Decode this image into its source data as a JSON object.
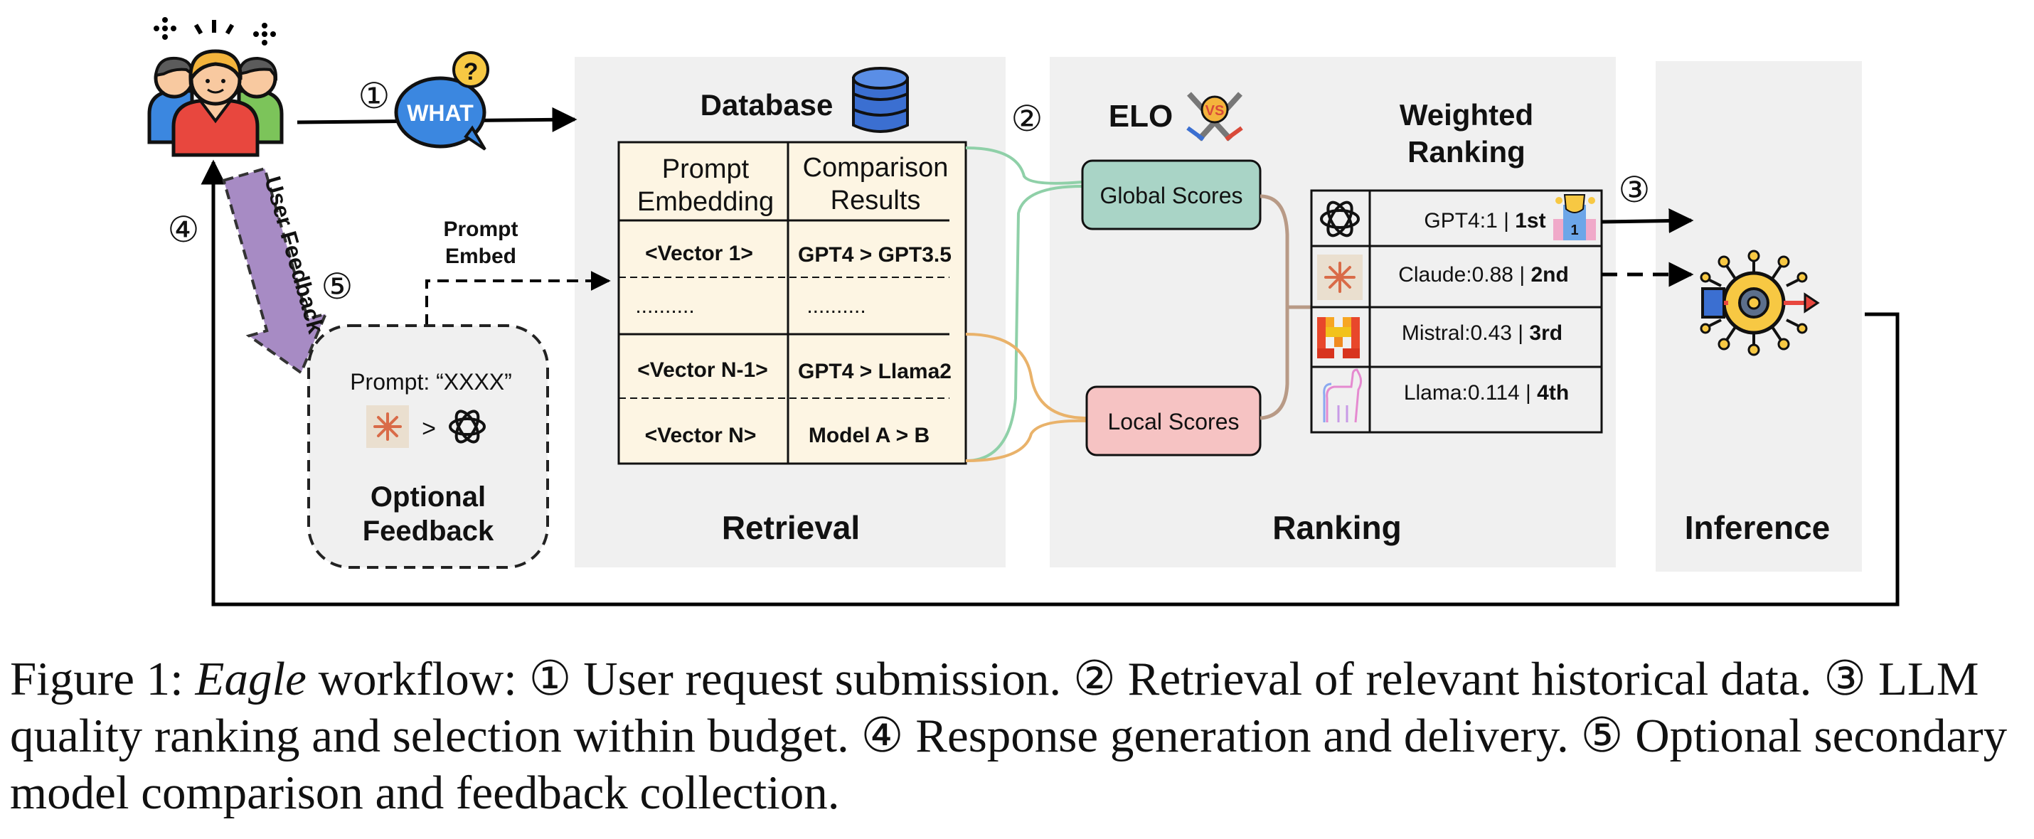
{
  "steps": {
    "s1": "①",
    "s2": "②",
    "s3": "③",
    "s4": "④",
    "s5": "⑤"
  },
  "what_bubble": {
    "text": "WHAT",
    "mark": "?"
  },
  "user_feedback_label": "User Feedback",
  "prompt_embed": {
    "line1": "Prompt",
    "line2": "Embed"
  },
  "optional_feedback": {
    "prompt_text": "Prompt: “XXXX”",
    "comparator": ">",
    "title_line1": "Optional",
    "title_line2": "Feedback"
  },
  "retrieval": {
    "database_label": "Database",
    "table": {
      "headers": [
        {
          "line1": "Prompt",
          "line2": "Embedding"
        },
        {
          "line1": "Comparison",
          "line2": "Results"
        }
      ],
      "rows": [
        {
          "embedding": "<Vector 1>",
          "result": "GPT4 > GPT3.5"
        },
        {
          "embedding": "..........",
          "result": ".........."
        },
        {
          "embedding": "<Vector N-1>",
          "result": "GPT4 > Llama2"
        },
        {
          "embedding": "<Vector N>",
          "result": "Model A >  B"
        }
      ]
    },
    "section_label": "Retrieval"
  },
  "ranking": {
    "elo_label": "ELO",
    "vs_badge": "VS",
    "global_scores": "Global Scores",
    "local_scores": "Local Scores",
    "weighted_line1": "Weighted",
    "weighted_line2": "Ranking",
    "models": [
      {
        "score": "GPT4:1 | ",
        "rank": "1st"
      },
      {
        "score": "Claude:0.88 | ",
        "rank": "2nd"
      },
      {
        "score": "Mistral:0.43 | ",
        "rank": "3rd"
      },
      {
        "score": "Llama:0.114 | ",
        "rank": "4th"
      }
    ],
    "trophy_number": "1",
    "section_label": "Ranking"
  },
  "inference": {
    "section_label": "Inference"
  },
  "caption": {
    "prefix": "Figure 1: ",
    "name": "Eagle",
    "text": " workflow: ① User request submission. ② Retrieval of relevant historical data. ③ LLM quality ranking and selection within budget. ④ Response generation and delivery. ⑤ Optional secondary model comparison and feedback collection."
  },
  "colors": {
    "panel": "#f0f0f0",
    "db_table": "#fdf5e3",
    "global_scores": "#a9d4c6",
    "local_scores": "#f6c3c3",
    "feedback_arrow": "#a78bc4",
    "database": "#3b6fd1",
    "bubble": "#3b87e0",
    "green_link": "#8fd0a8",
    "orange_link": "#e9b26a",
    "brown_link": "#b89a86"
  }
}
